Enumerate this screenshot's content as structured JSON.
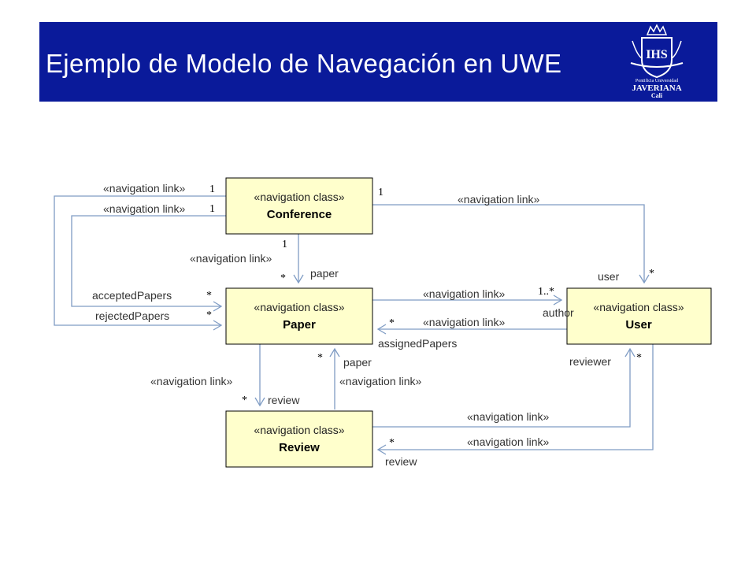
{
  "slide": {
    "title": "Ejemplo de Modelo de Navegación en UWE",
    "logo": {
      "line1": "Pontificia Universidad",
      "line2": "JAVERIANA",
      "line3": "Cali",
      "monogram": "IHS"
    }
  },
  "colors": {
    "header_bg": "#0a1a9a",
    "class_fill": "#ffffcc",
    "edge": "#7f9cc4"
  },
  "classes": {
    "conference": {
      "stereotype": "«navigation class»",
      "name": "Conference"
    },
    "paper": {
      "stereotype": "«navigation class»",
      "name": "Paper"
    },
    "user": {
      "stereotype": "«navigation class»",
      "name": "User"
    },
    "review": {
      "stereotype": "«navigation class»",
      "name": "Review"
    }
  },
  "labels": {
    "nav_link": "«navigation link»",
    "one": "1",
    "star": "*",
    "one_to_many": "1..*",
    "paper": "paper",
    "user": "user",
    "accepted_papers": "acceptedPapers",
    "rejected_papers": "rejectedPapers",
    "author": "author",
    "assigned_papers": "assignedPapers",
    "reviewer": "reviewer",
    "review": "review"
  }
}
